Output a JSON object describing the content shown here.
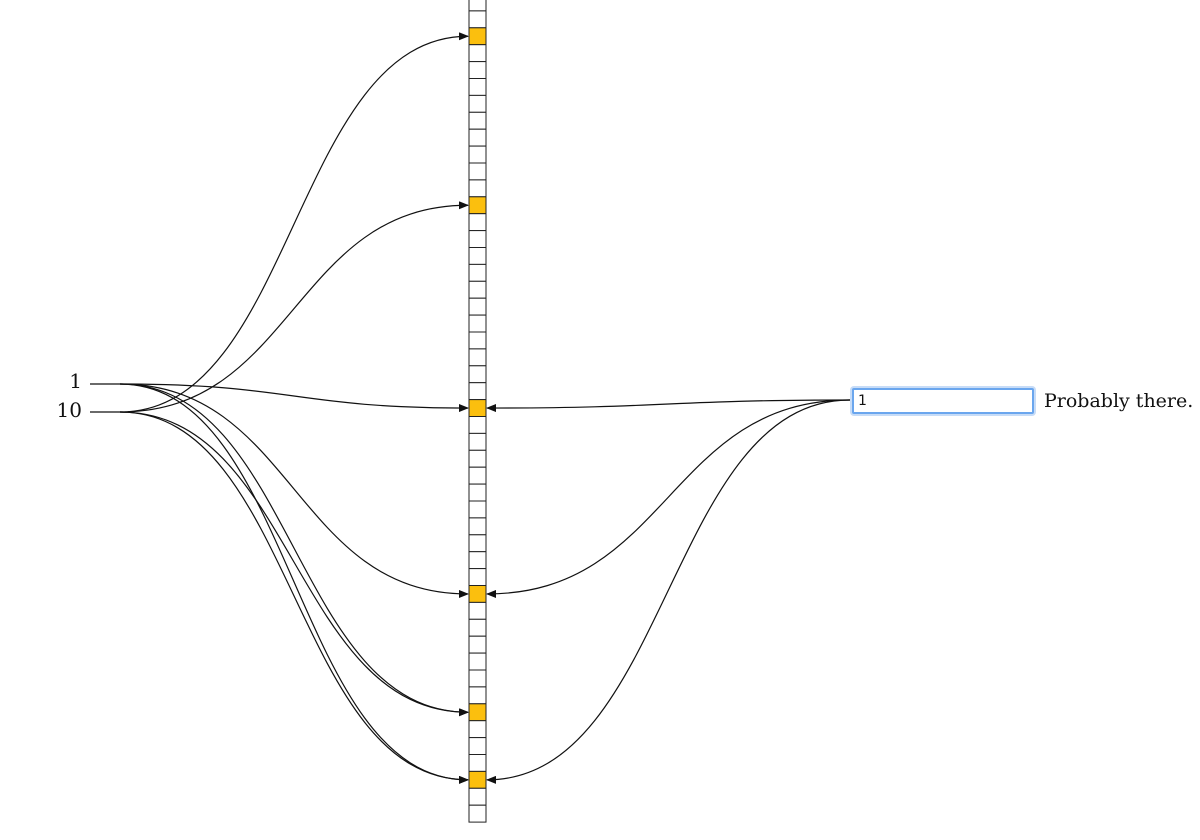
{
  "sources": [
    {
      "label": "1"
    },
    {
      "label": "10"
    }
  ],
  "bit_array": {
    "total_cells": 49,
    "set_cell_indices": [
      2,
      12,
      24,
      35,
      42,
      46
    ]
  },
  "source_links": {
    "1": [
      24,
      35,
      42,
      46
    ],
    "10": [
      2,
      12,
      42,
      46
    ]
  },
  "query_links": [
    24,
    35,
    46
  ],
  "query": {
    "value": "1"
  },
  "result_text": "Probably there.",
  "colors": {
    "set_cell": "#fbbf0e",
    "cell_border": "#222222",
    "arrow": "#111111",
    "input_border": "#6aa6ee"
  }
}
